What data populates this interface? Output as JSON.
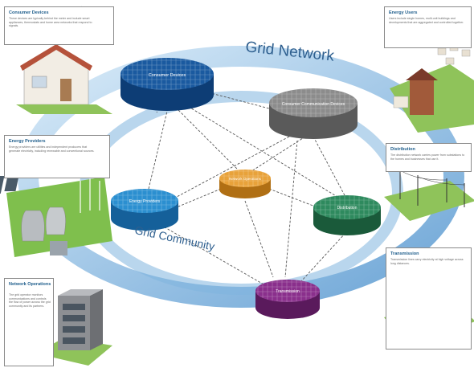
{
  "title": "Grid Network",
  "community_label": "Grid Community",
  "nodes": {
    "consumer_devices": "Consumer Devices",
    "consumer_comm": "Consumer Communication Devices",
    "network_ops": "Network Operations",
    "energy_providers": "Energy Providers",
    "distribution": "Distribution",
    "transmission": "Transmission"
  },
  "panels": {
    "consumer_devices": {
      "title": "Consumer Devices",
      "text": "These devices are typically behind the meter and include smart appliances, thermostats and home area networks that respond to signals."
    },
    "energy_users": {
      "title": "Energy Users",
      "text": "Users include single homes, multi-unit buildings and developments that are aggregated and controlled together."
    },
    "energy_providers": {
      "title": "Energy Providers",
      "text": "Energy providers are utilities and independent producers that generate electricity, including renewable and conventional sources."
    },
    "distribution": {
      "title": "Distribution",
      "text": "The distribution network carries power from substations to the homes and businesses that use it."
    },
    "transmission": {
      "title": "Transmission",
      "text": "Transmission lines carry electricity at high voltage across long distances."
    },
    "network_operations": {
      "title": "Network Operations",
      "text": "The grid operator monitors communications and controls the flow of power across the grid community and its partners."
    }
  },
  "colors": {
    "ring": "#6aa7d8",
    "consumer_devices": "#1a5aa0",
    "consumer_comm": "#8c8c8c",
    "network_ops": "#e8a23a",
    "energy_providers": "#2b8fd0",
    "distribution": "#2e8a5e",
    "transmission": "#8a2f8c",
    "title": "#2e5f8f"
  }
}
